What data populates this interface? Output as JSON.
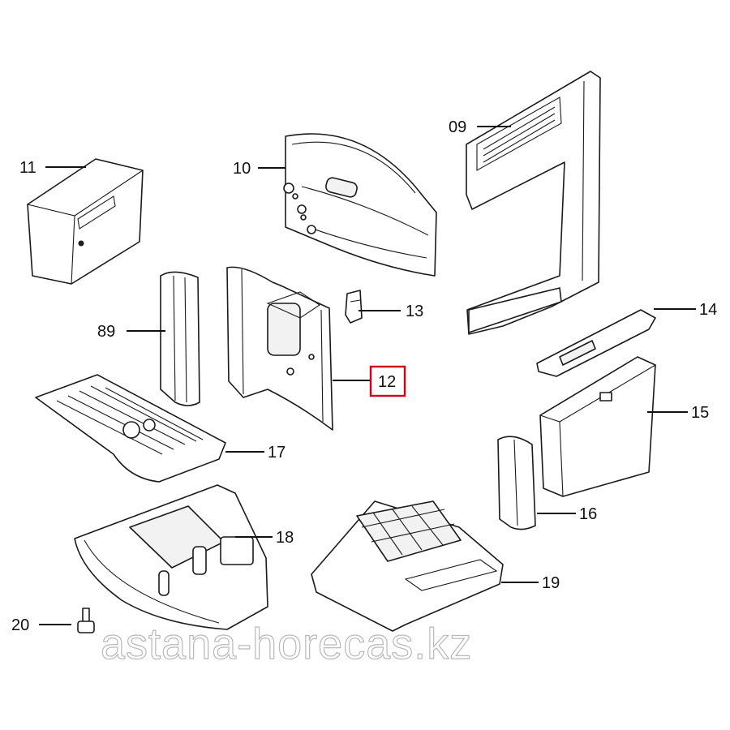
{
  "callouts": {
    "c09": "09",
    "c10": "10",
    "c11": "11",
    "c12": "12",
    "c13": "13",
    "c14": "14",
    "c15": "15",
    "c16": "16",
    "c17": "17",
    "c18": "18",
    "c19": "19",
    "c20": "20",
    "c89": "89"
  },
  "highlighted_part": "12",
  "highlight_color": "#d0021b",
  "watermark": "astana-horecas.kz"
}
